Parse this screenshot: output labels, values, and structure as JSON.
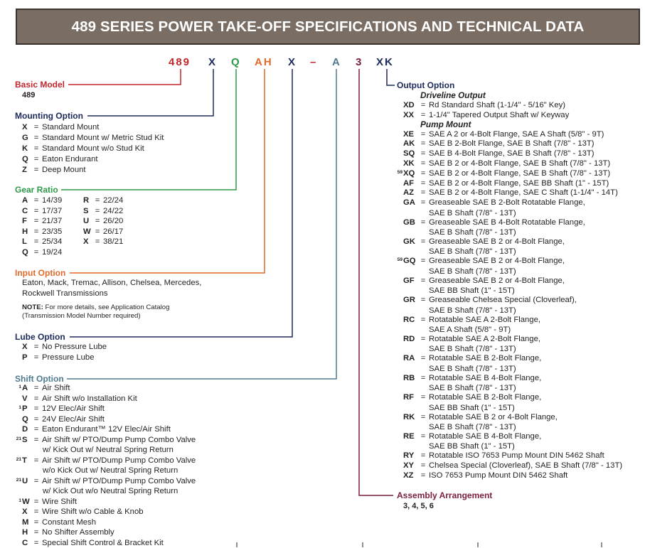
{
  "title": "489 SERIES POWER TAKE-OFF SPECIFICATIONS AND TECHNICAL DATA",
  "colors": {
    "red": "#c0272d",
    "navy": "#1c2a5a",
    "green": "#2e9a47",
    "orange": "#e06a2b",
    "steel": "#4f7a8e",
    "maroon": "#7a1f3d",
    "banner": "#7a6d64"
  },
  "code_parts": [
    "489",
    "X",
    "Q",
    "AH",
    "X",
    "–",
    "A",
    "3",
    "XK"
  ],
  "basic_model": {
    "label": "Basic Model",
    "value": "489"
  },
  "mounting": {
    "label": "Mounting Option",
    "items": [
      {
        "code": "X",
        "desc": "Standard Mount"
      },
      {
        "code": "G",
        "desc": "Standard Mount w/ Metric Stud Kit"
      },
      {
        "code": "K",
        "desc": "Standard Mount w/o Stud Kit"
      },
      {
        "code": "Q",
        "desc": "Eaton Endurant"
      },
      {
        "code": "Z",
        "desc": "Deep Mount"
      }
    ]
  },
  "gear": {
    "label": "Gear Ratio",
    "left": [
      {
        "code": "A",
        "desc": "14/39"
      },
      {
        "code": "C",
        "desc": "17/37"
      },
      {
        "code": "F",
        "desc": "21/37"
      },
      {
        "code": "H",
        "desc": "23/35"
      },
      {
        "code": "L",
        "desc": "25/34"
      },
      {
        "code": "Q",
        "desc": "19/24"
      }
    ],
    "right": [
      {
        "code": "R",
        "desc": "22/24"
      },
      {
        "code": "S",
        "desc": "24/22"
      },
      {
        "code": "U",
        "desc": "26/20"
      },
      {
        "code": "W",
        "desc": "26/17"
      },
      {
        "code": "X",
        "desc": "38/21"
      }
    ]
  },
  "input": {
    "label": "Input Option",
    "text1": "Eaton, Mack, Tremac, Allison, Chelsea, Mercedes,",
    "text2": "Rockwell Transmissions",
    "note_label": "NOTE:",
    "note1": " For more details, see Application Catalog",
    "note2": "(Transmission Model Number required)"
  },
  "lube": {
    "label": "Lube Option",
    "items": [
      {
        "code": "X",
        "desc": "No Pressure Lube"
      },
      {
        "code": "P",
        "desc": "Pressure Lube"
      }
    ]
  },
  "shift": {
    "label": "Shift Option",
    "items": [
      {
        "sup": "1",
        "code": "A",
        "desc": "Air Shift"
      },
      {
        "sup": "",
        "code": "V",
        "desc": "Air Shift w/o Installation Kit"
      },
      {
        "sup": "1",
        "code": "P",
        "desc": "12V Elec/Air Shift"
      },
      {
        "sup": "",
        "code": "Q",
        "desc": "24V Elec/Air Shift"
      },
      {
        "sup": "",
        "code": "D",
        "desc": "Eaton Endurant™ 12V Elec/Air Shift"
      },
      {
        "sup": "21",
        "code": "S",
        "desc": "Air Shift w/ PTO/Dump Pump Combo Valve",
        "desc2": "w/ Kick Out w/ Neutral Spring Return"
      },
      {
        "sup": "21",
        "code": "T",
        "desc": "Air Shift w/ PTO/Dump Pump Combo Valve",
        "desc2": "w/o Kick Out w/ Neutral Spring Return"
      },
      {
        "sup": "21",
        "code": "U",
        "desc": "Air Shift w/ PTO/Dump Pump Combo Valve",
        "desc2": "w/ Kick Out w/o Neutral Spring Return"
      },
      {
        "sup": "1",
        "code": "W",
        "desc": "Wire Shift"
      },
      {
        "sup": "",
        "code": "X",
        "desc": "Wire Shift w/o Cable & Knob"
      },
      {
        "sup": "",
        "code": "M",
        "desc": "Constant Mesh"
      },
      {
        "sup": "",
        "code": "H",
        "desc": "No Shifter Assembly"
      },
      {
        "sup": "",
        "code": "C",
        "desc": "Special Shift Control & Bracket Kit"
      }
    ]
  },
  "output": {
    "label": "Output Option",
    "driveline_head": "Driveline Output",
    "driveline": [
      {
        "code": "XD",
        "desc": "Rd Standard Shaft (1-1/4\" - 5/16\" Key)"
      },
      {
        "code": "XX",
        "desc": "1-1/4\" Tapered Output Shaft w/ Keyway"
      }
    ],
    "pump_head": "Pump Mount",
    "pump": [
      {
        "sup": "",
        "code": "XE",
        "desc": "SAE A 2 or 4-Bolt Flange, SAE A Shaft (5/8\" - 9T)"
      },
      {
        "sup": "",
        "code": "AK",
        "desc": "SAE B 2-Bolt Flange, SAE B Shaft (7/8\" - 13T)"
      },
      {
        "sup": "",
        "code": "SQ",
        "desc": "SAE B 4-Bolt Flange, SAE B Shaft (7/8\" - 13T)"
      },
      {
        "sup": "",
        "code": "XK",
        "desc": "SAE B 2 or 4-Bolt Flange, SAE B Shaft (7/8\" - 13T)"
      },
      {
        "sup": "59",
        "code": "XQ",
        "desc": "SAE B 2 or 4-Bolt Flange, SAE B Shaft (7/8\" - 13T)"
      },
      {
        "sup": "",
        "code": "AF",
        "desc": "SAE B 2 or 4-Bolt Flange, SAE BB Shaft (1\" - 15T)"
      },
      {
        "sup": "",
        "code": "AZ",
        "desc": "SAE B 2 or 4-Bolt Flange, SAE C Shaft (1-1/4\" - 14T)"
      },
      {
        "sup": "",
        "code": "GA",
        "desc": "Greaseable SAE B 2-Bolt Rotatable Flange,",
        "desc2": "SAE B Shaft (7/8\" - 13T)"
      },
      {
        "sup": "",
        "code": "GB",
        "desc": "Greaseable SAE B 4-Bolt Rotatable Flange,",
        "desc2": "SAE B Shaft (7/8\" - 13T)"
      },
      {
        "sup": "",
        "code": "GK",
        "desc": "Greaseable SAE B 2 or 4-Bolt Flange,",
        "desc2": "SAE B Shaft (7/8\" - 13T)"
      },
      {
        "sup": "59",
        "code": "GQ",
        "desc": "Greaseable SAE B 2 or 4-Bolt Flange,",
        "desc2": "SAE B Shaft (7/8\" - 13T)"
      },
      {
        "sup": "",
        "code": "GF",
        "desc": "Greaseable SAE B 2 or 4-Bolt Flange,",
        "desc2": "SAE BB Shaft (1\" - 15T)"
      },
      {
        "sup": "",
        "code": "GR",
        "desc": "Greaseable Chelsea Special (Cloverleaf),",
        "desc2": "SAE B Shaft (7/8\" - 13T)"
      },
      {
        "sup": "",
        "code": "RC",
        "desc": "Rotatable SAE A 2-Bolt Flange,",
        "desc2": "SAE A Shaft (5/8\" - 9T)"
      },
      {
        "sup": "",
        "code": "RD",
        "desc": "Rotatable SAE A 2-Bolt Flange,",
        "desc2": "SAE B Shaft (7/8\" - 13T)"
      },
      {
        "sup": "",
        "code": "RA",
        "desc": "Rotatable SAE B 2-Bolt Flange,",
        "desc2": "SAE B Shaft (7/8\" - 13T)"
      },
      {
        "sup": "",
        "code": "RB",
        "desc": "Rotatable SAE B 4-Bolt Flange,",
        "desc2": "SAE B Shaft (7/8\" - 13T)"
      },
      {
        "sup": "",
        "code": "RF",
        "desc": "Rotatable SAE B 2-Bolt Flange,",
        "desc2": "SAE BB Shaft (1\" - 15T)"
      },
      {
        "sup": "",
        "code": "RK",
        "desc": "Rotatable SAE B 2 or 4-Bolt Flange,",
        "desc2": "SAE B Shaft (7/8\" - 13T)"
      },
      {
        "sup": "",
        "code": "RE",
        "desc": "Rotatable SAE B 4-Bolt Flange,",
        "desc2": "SAE BB Shaft (1\" - 15T)"
      },
      {
        "sup": "",
        "code": "RY",
        "desc": "Rotatable ISO 7653 Pump Mount DIN 5462 Shaft"
      },
      {
        "sup": "",
        "code": "XY",
        "desc": "Chelsea Special (Cloverleaf), SAE B Shaft (7/8\" - 13T)"
      },
      {
        "sup": "",
        "code": "XZ",
        "desc": "ISO 7653 Pump Mount DIN 5462 Shaft"
      }
    ]
  },
  "assembly": {
    "label": "Assembly Arrangement",
    "value": "3, 4, 5, 6"
  }
}
